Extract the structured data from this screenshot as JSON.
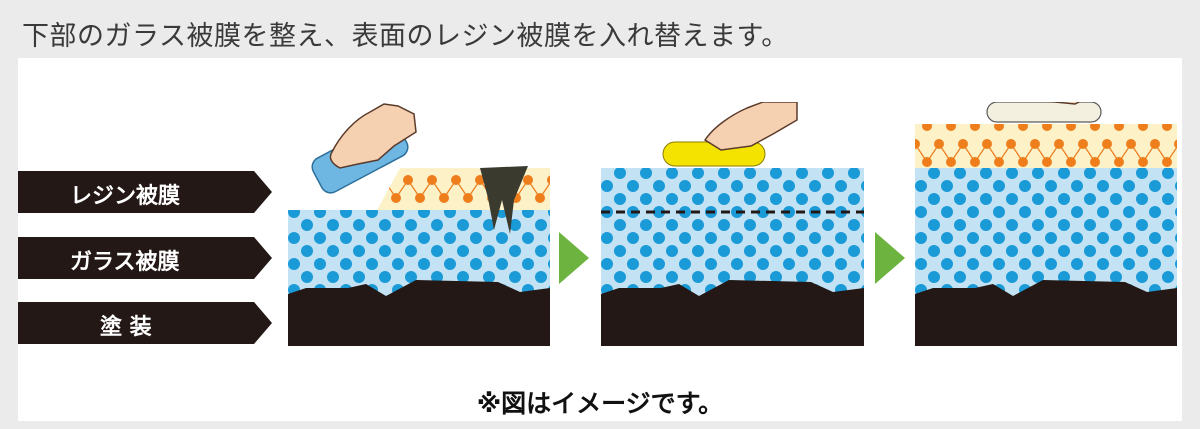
{
  "heading": "下部のガラス被膜を整え、表面のレジン被膜を入れ替えます。",
  "labels": {
    "resin": "レジン被膜",
    "glass": "ガラス被膜",
    "paint": "塗 装"
  },
  "note": "※図はイメージです。",
  "colors": {
    "label_bg": "#231815",
    "glass_bg": "#c3e3f4",
    "glass_dot": "#1b9ad8",
    "resin_bg": "#fdf1c8",
    "resin_dot": "#ee7d1b",
    "paint": "#231815",
    "arrow": "#6cb33f",
    "sponge_yellow": "#f4e300",
    "pad_blue": "#6fb7e3"
  }
}
